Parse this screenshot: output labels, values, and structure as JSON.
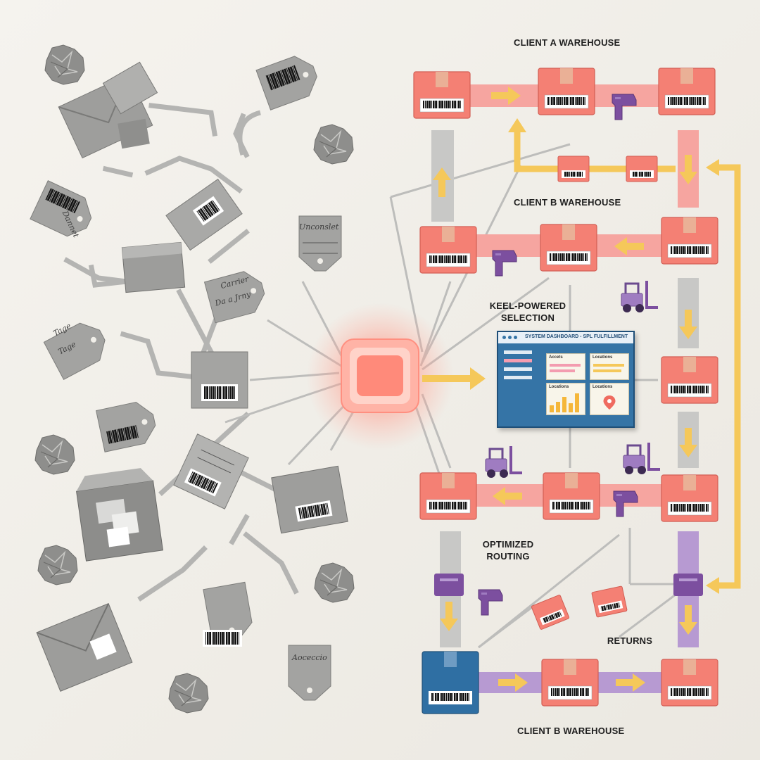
{
  "labels": {
    "client_a_top": "CLIENT A WAREHOUSE",
    "client_b_mid": "CLIENT B WAREHOUSE",
    "selection": [
      "KEEL-POWERED",
      "SELECTION"
    ],
    "routing": [
      "OPTIMIZED",
      "ROUTING"
    ],
    "returns": "RETURNS",
    "client_b_bottom": "CLIENT B WAREHOUSE"
  },
  "tag_scribbles": {
    "unconslet": "Unconslet",
    "carrier": "Carrier",
    "dna": "Da a Jrny",
    "tage1": "Tage",
    "tage2": "Tage",
    "acceccio": "Aoceccio",
    "dannet": "Dannet"
  },
  "dashboard": {
    "title": "SYSTEM DASHBOARD - SPL FULFILLMENT",
    "cards": [
      "Accets",
      "Locations",
      "Locations",
      "Locations"
    ],
    "bar_levels": [
      0.35,
      0.55,
      0.8,
      0.45,
      0.95
    ]
  },
  "colors": {
    "background": "#f1efe9",
    "box_salmon": "#f48074",
    "box_blue": "#2f6fa3",
    "belt_pink": "#f6a5a0",
    "belt_purple": "#9f7cc1",
    "arrow_yellow": "#f5c85a",
    "scanner_purple": "#7c4f9f",
    "hub_glow": "#ff8a7a",
    "clutter_gray": "#9c9c9a"
  },
  "icons": [
    "barcode-scanner-icon",
    "forklift-icon",
    "location-pin-icon",
    "crumpled-paper-icon",
    "price-tag-icon"
  ]
}
